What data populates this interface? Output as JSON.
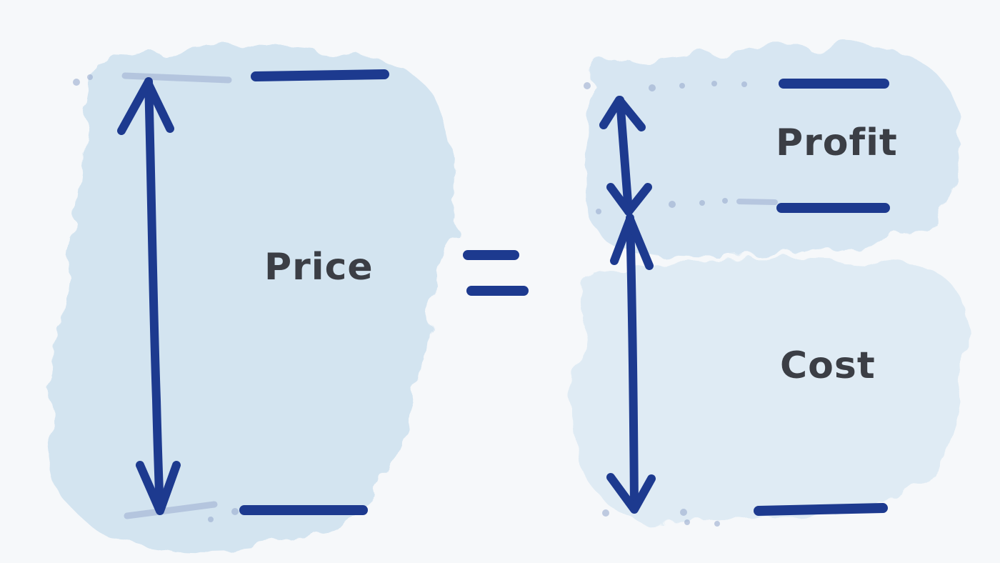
{
  "labels": {
    "price": "Price",
    "profit": "Profit",
    "cost": "Cost"
  },
  "colors": {
    "stroke": "#1d3a8f",
    "wash": "#d2e3f0",
    "text": "#3b3e45",
    "background": "#f6f8fa"
  },
  "symbols": [
    "equals-sign",
    "double-arrow",
    "level-line"
  ]
}
